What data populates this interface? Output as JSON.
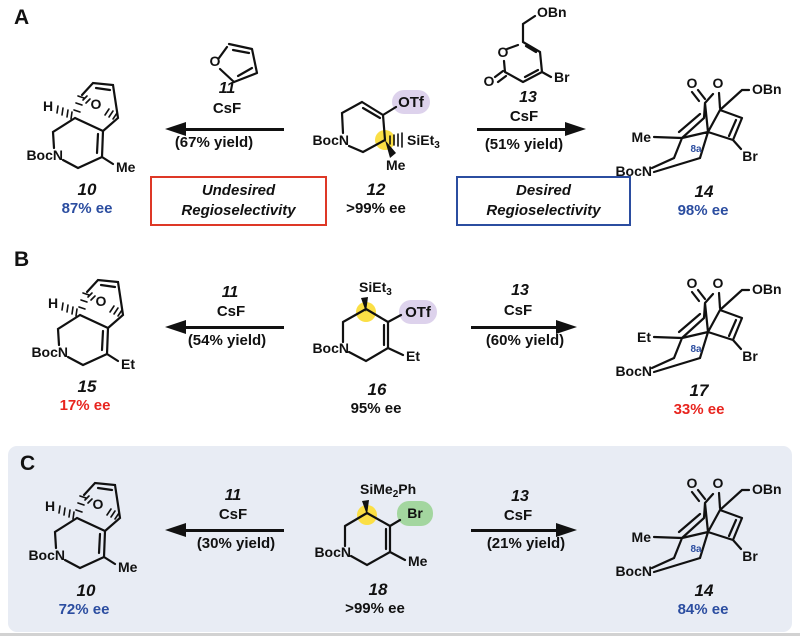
{
  "figure": {
    "panel_a": "A",
    "panel_b": "B",
    "panel_c": "C"
  },
  "colors": {
    "ee_blue": "#2b4da0",
    "ee_red": "#e8251f",
    "bond_black": "#111111",
    "red_box_border": "#de3826",
    "blue_box_border": "#2b4da0",
    "panel_c_background": "#e8ecf4",
    "otf_highlight": "#ddd2ec",
    "stereocenter_highlight": "#fbdf45",
    "br_highlight": "#a3d69f"
  },
  "boxes": {
    "undesired_line1": "Undesired",
    "undesired_line2": "Regioselectivity",
    "desired_line1": "Desired",
    "desired_line2": "Regioselectivity"
  },
  "furan": {
    "o": "O"
  },
  "pyranone": {
    "ring_o": "O",
    "carbonyl_o": "O",
    "obn": "OBn",
    "br": "Br"
  },
  "rows": {
    "a": {
      "left": {
        "num": "10",
        "ee": "87% ee",
        "h": "H",
        "o": "O",
        "n": "BocN",
        "sub": "Me"
      },
      "larrow": {
        "num": "11",
        "reagent": "CsF",
        "yield": "(67% yield)"
      },
      "center": {
        "num": "12",
        "ee": ">99% ee",
        "n": "BocN",
        "otf": "OTf",
        "si_pre": "SiEt",
        "si_sub": "3",
        "si_post": "",
        "sub": "Me"
      },
      "rarrow": {
        "num": "13",
        "reagent": "CsF",
        "yield": "(51% yield)"
      },
      "right": {
        "num": "14",
        "ee": "98% ee",
        "o1": "O",
        "o2": "O",
        "obn": "OBn",
        "br": "Br",
        "n": "BocN",
        "sub": "Me",
        "pos": "8a"
      }
    },
    "b": {
      "left": {
        "num": "15",
        "ee": "17% ee",
        "h": "H",
        "o": "O",
        "n": "BocN",
        "sub": "Et"
      },
      "larrow": {
        "num": "11",
        "reagent": "CsF",
        "yield": "(54% yield)"
      },
      "center": {
        "num": "16",
        "ee": "95% ee",
        "n": "BocN",
        "otf": "OTf",
        "si_pre": "SiEt",
        "si_sub": "3",
        "si_post": "",
        "sub": "Et"
      },
      "rarrow": {
        "num": "13",
        "reagent": "CsF",
        "yield": "(60% yield)"
      },
      "right": {
        "num": "17",
        "ee": "33% ee",
        "o1": "O",
        "o2": "O",
        "obn": "OBn",
        "br": "Br",
        "n": "BocN",
        "sub": "Et",
        "pos": "8a"
      }
    },
    "c": {
      "left": {
        "num": "10",
        "ee": "72% ee",
        "h": "H",
        "o": "O",
        "n": "BocN",
        "sub": "Me"
      },
      "larrow": {
        "num": "11",
        "reagent": "CsF",
        "yield": "(30% yield)"
      },
      "center": {
        "num": "18",
        "ee": ">99% ee",
        "n": "BocN",
        "br": "Br",
        "si_pre": "SiMe",
        "si_sub": "2",
        "si_post": "Ph",
        "sub": "Me"
      },
      "rarrow": {
        "num": "13",
        "reagent": "CsF",
        "yield": "(21% yield)"
      },
      "right": {
        "num": "14",
        "ee": "84% ee",
        "o1": "O",
        "o2": "O",
        "obn": "OBn",
        "br": "Br",
        "n": "BocN",
        "sub": "Me",
        "pos": "8a"
      }
    }
  }
}
